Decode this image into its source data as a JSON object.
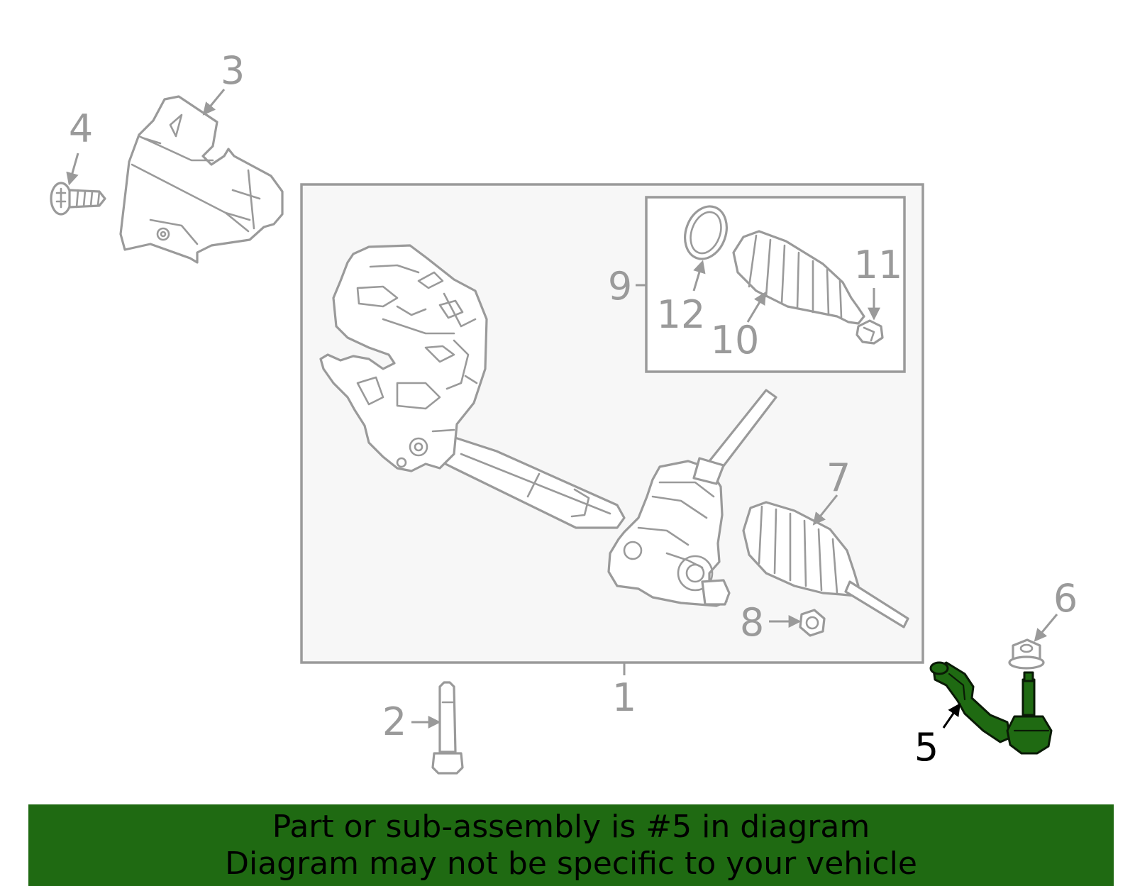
{
  "diagram": {
    "callouts": [
      {
        "number": "1",
        "part": "steering-gear-assembly"
      },
      {
        "number": "2",
        "part": "bolt"
      },
      {
        "number": "3",
        "part": "heat-shield"
      },
      {
        "number": "4",
        "part": "screw"
      },
      {
        "number": "5",
        "part": "outer-tie-rod",
        "selected": true
      },
      {
        "number": "6",
        "part": "nut"
      },
      {
        "number": "7",
        "part": "boot"
      },
      {
        "number": "8",
        "part": "nut"
      },
      {
        "number": "9",
        "part": "boot-kit"
      },
      {
        "number": "10",
        "part": "boot"
      },
      {
        "number": "11",
        "part": "clamp"
      },
      {
        "number": "12",
        "part": "clamp"
      }
    ],
    "highlight_color": "#1f6a12",
    "line_color": "#9a9a9a"
  },
  "banner": {
    "line1": "Part or sub-assembly is #5 in diagram",
    "line2": "Diagram may not be specific to your vehicle",
    "background": "#1f6a12"
  }
}
